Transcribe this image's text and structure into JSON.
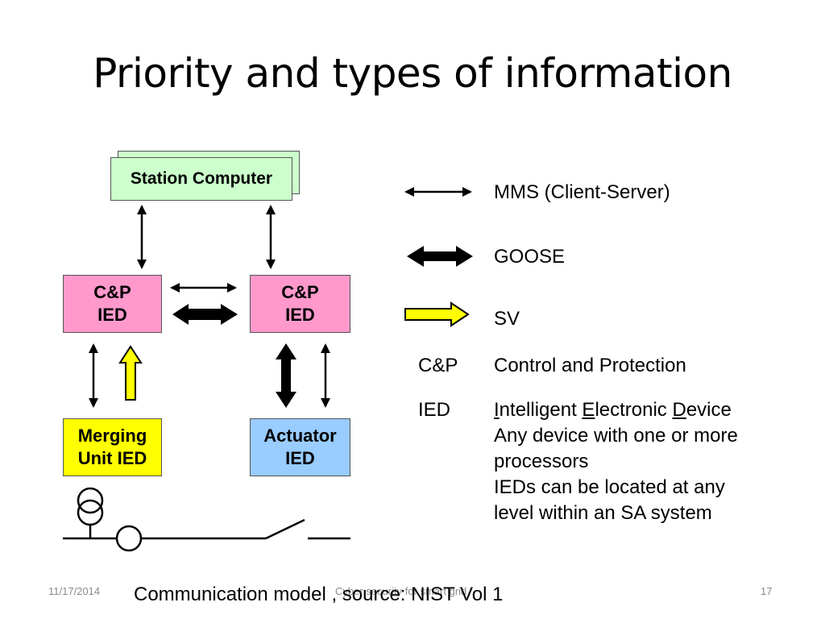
{
  "slide": {
    "title": "Priority and types of information",
    "footer_date": "11/17/2014",
    "footer_center": "Cyber security for smart grid",
    "footer_page": "17",
    "caption": "Communication model , source: NIST Vol 1"
  },
  "diagram": {
    "station": "Station Computer",
    "cp_left": [
      "C&P",
      "IED"
    ],
    "cp_right": [
      "C&P",
      "IED"
    ],
    "merging": [
      "Merging",
      "Unit IED"
    ],
    "actuator": [
      "Actuator",
      "IED"
    ]
  },
  "legend": {
    "mms": "MMS (Client-Server)",
    "goose": "GOOSE",
    "sv": "SV",
    "cp_key": "C&P",
    "cp_text": "Control and Protection",
    "ied_key": "IED",
    "ied_line1_parts": [
      "I",
      "ntelligent ",
      "E",
      "lectronic ",
      "D",
      "evice"
    ],
    "ied_lines": [
      "Any device with one or more",
      "processors",
      "IEDs can be located at any",
      "level within an SA system"
    ]
  },
  "colors": {
    "green": "#ccffcc",
    "pink": "#ff99cc",
    "yellow": "#ffff00",
    "blue": "#99ccff"
  }
}
